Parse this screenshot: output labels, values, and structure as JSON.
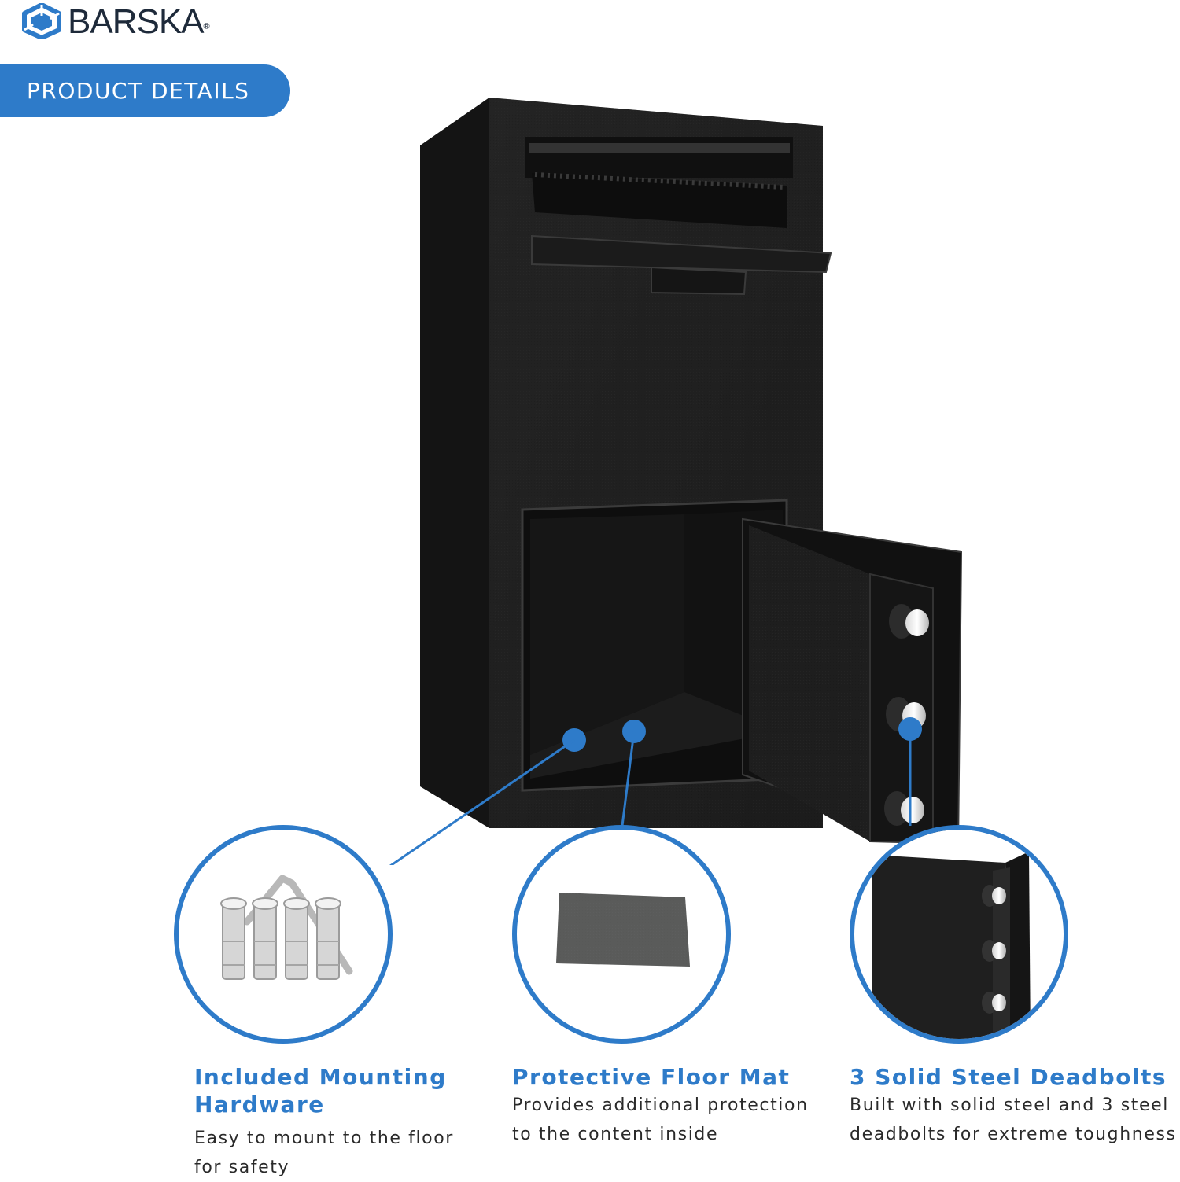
{
  "brand": {
    "name": "BARSKA",
    "trademark": "®",
    "accent_color": "#2e7bc9"
  },
  "section_label": "PRODUCT DETAILS",
  "features": [
    {
      "title_lines": [
        "Included Mounting",
        "Hardware"
      ],
      "description_lines": [
        "Easy to mount to the floor",
        "for safety"
      ],
      "icon": "mounting-bolts-icon"
    },
    {
      "title_lines": [
        "Protective Floor Mat"
      ],
      "description_lines": [
        "Provides additional protection",
        "to the content inside"
      ],
      "icon": "floor-mat-icon"
    },
    {
      "title_lines": [
        "3 Solid Steel Deadbolts"
      ],
      "description_lines": [
        "Built with solid steel and 3 steel",
        "deadbolts for extreme toughness"
      ],
      "icon": "deadbolts-icon"
    }
  ]
}
